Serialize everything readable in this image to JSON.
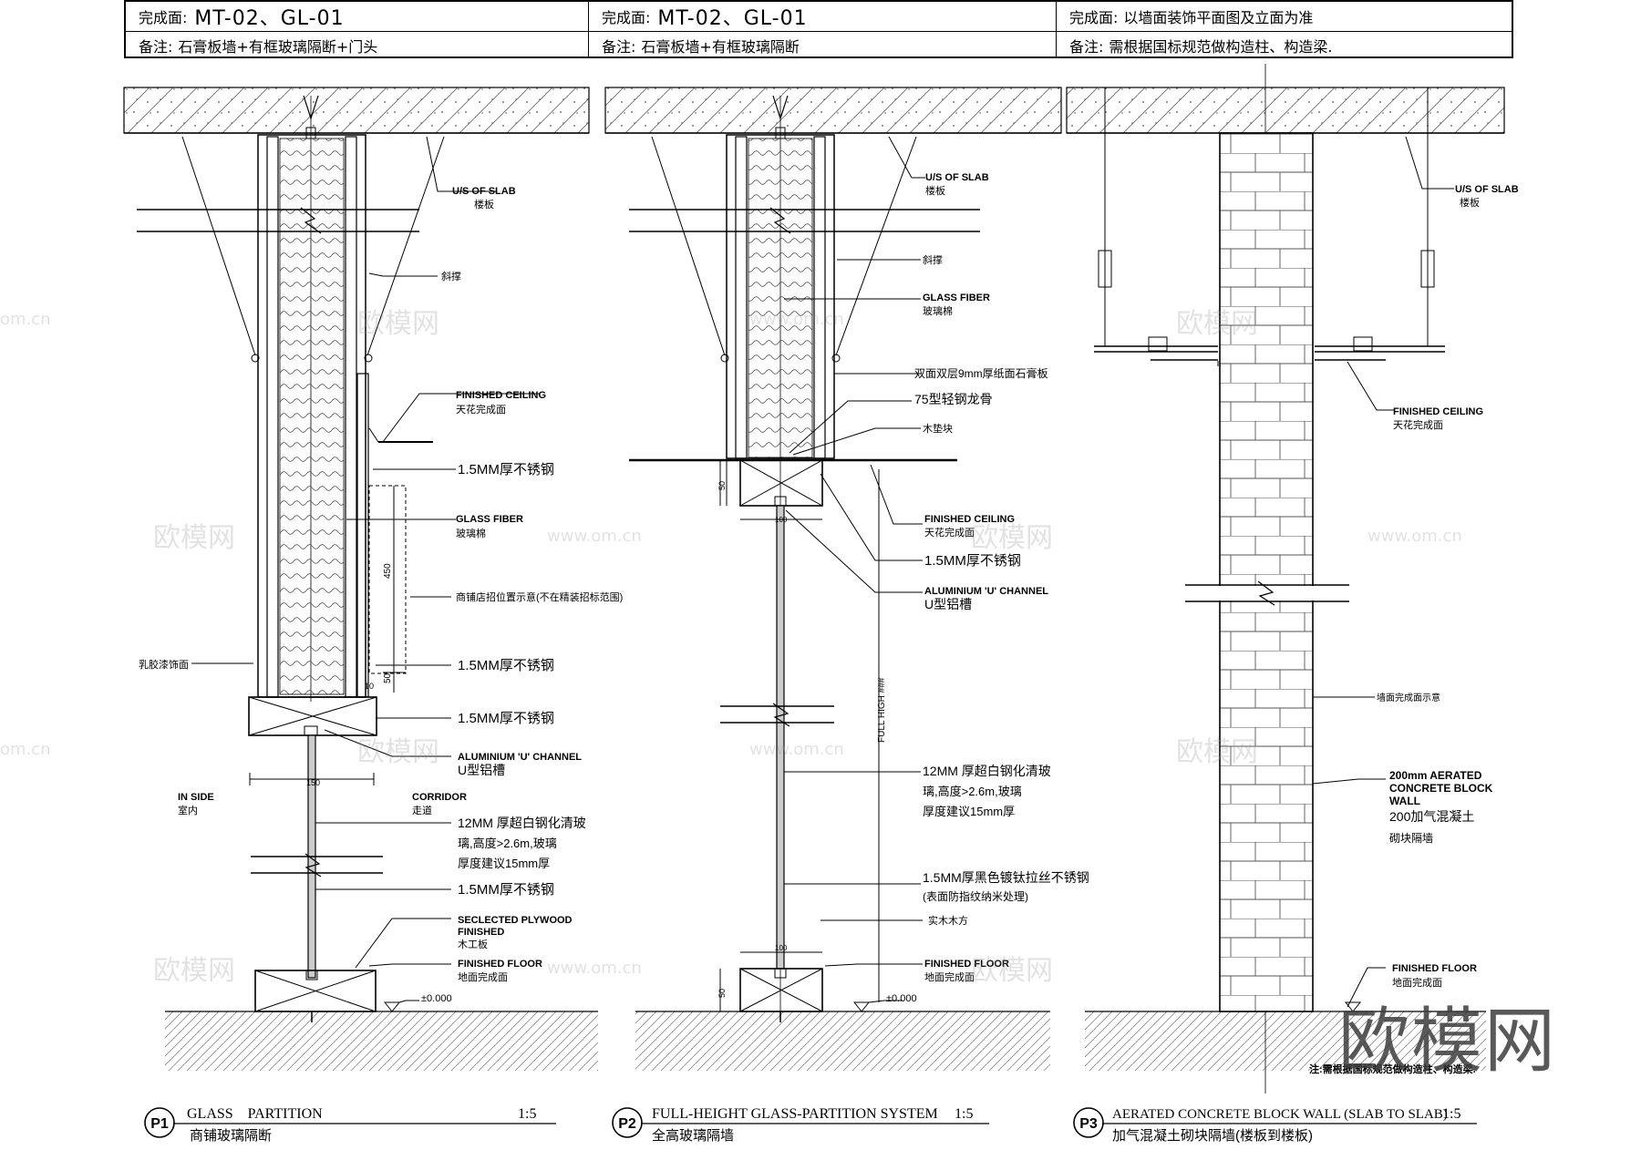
{
  "header": {
    "row1": [
      {
        "label": "完成面:",
        "value": "MT-02、GL-01"
      },
      {
        "label": "完成面:",
        "value": "MT-02、GL-01"
      },
      {
        "label": "完成面:",
        "value": "以墙面装饰平面图及立面为准"
      }
    ],
    "row2": [
      {
        "label": "备注:",
        "value": "石膏板墙+有框玻璃隔断+门头"
      },
      {
        "label": "备注:",
        "value": "石膏板墙+有框玻璃隔断"
      },
      {
        "label": "备注:",
        "value": "需根据国标规范做构造柱、构造梁."
      }
    ]
  },
  "watermark": {
    "brand": "欧模网",
    "url": "www.om.cn",
    "url_short": "om.cn"
  },
  "p1": {
    "tag": "P1",
    "title_en": "GLASS    PARTITION",
    "scale": "1:5",
    "title_cn": "商铺玻璃隔断",
    "labels": {
      "slab_en": "U/S OF SLAB",
      "slab_cn": "楼板",
      "brace": "斜撑",
      "ceiling_en": "FINISHED CEILING",
      "ceiling_cn": "天花完成面",
      "ss1": "1.5MM厚不锈钢",
      "gf_en": "GLASS FIBER",
      "gf_cn": "玻璃棉",
      "sign": "商铺店招位置示意(不在精装招标范围)",
      "paint": "乳胶漆饰面",
      "ss2": "1.5MM厚不锈钢",
      "ss3": "1.5MM厚不锈钢",
      "alu_en": "ALUMINIUM 'U' CHANNEL",
      "alu_cn": "U型铝槽",
      "inside_en": "IN SIDE",
      "inside_cn": "室内",
      "corr_en": "CORRIDOR",
      "corr_cn": "走道",
      "glass1": "12MM 厚超白钢化清玻",
      "glass2": "璃,高度>2.6m,玻璃",
      "glass3": "厚度建议15mm厚",
      "ss4": "1.5MM厚不锈钢",
      "ply_en1": "SECLECTED PLYWOOD",
      "ply_en2": "FINISHED",
      "ply_cn": "木工板",
      "floor_en": "FINISHED FLOOR",
      "floor_cn": "地面完成面",
      "level": "±0.000",
      "dim450": "450",
      "dim50": "50",
      "dim10": "10",
      "dim150": "150"
    }
  },
  "p2": {
    "tag": "P2",
    "title_en": "FULL-HEIGHT GLASS-PARTITION SYSTEM",
    "scale": "1:5",
    "title_cn": "全高玻璃隔墙",
    "labels": {
      "slab_en": "U/S OF SLAB",
      "slab_cn": "楼板",
      "brace": "斜撑",
      "gf_en": "GLASS FIBER",
      "gf_cn": "玻璃棉",
      "board": "双面双层9mm厚纸面石膏板",
      "keel": "75型轻钢龙骨",
      "wood": "木垫块",
      "ceiling_en": "FINISHED CEILING",
      "ceiling_cn": "天花完成面",
      "ss": "1.5MM厚不锈钢",
      "alu_en": "ALUMINIUM 'U' CHANNEL",
      "alu_cn": "U型铝槽",
      "glass1": "12MM 厚超白钢化清玻",
      "glass2": "璃,高度>2.6m,玻璃",
      "glass3": "厚度建议15mm厚",
      "ss_black1": "1.5MM厚黑色镀钛拉丝不锈钢",
      "ss_black2": "(表面防指纹纳米处理)",
      "solid": "实木木方",
      "floor_en": "FINISHED FLOOR",
      "floor_cn": "地面完成面",
      "level": "±0.000",
      "full_high": "FULL HIGH ###",
      "dim50a": "50",
      "dim50b": "50",
      "dim100a": "100",
      "dim100b": "100"
    }
  },
  "p3": {
    "tag": "P3",
    "title_en": "AERATED CONCRETE BLOCK WALL (SLAB TO SLAB)",
    "scale": "1:5",
    "title_cn": "加气混凝土砌块隔墙(楼板到楼板)",
    "labels": {
      "slab_en": "U/S OF SLAB",
      "slab_cn": "楼板",
      "ceiling_en": "FINISHED CEILING",
      "ceiling_cn": "天花完成面",
      "wall_finish": "墙面完成面示意",
      "blk_en1": "200mm AERATED",
      "blk_en2": "CONCRETE BLOCK",
      "blk_en3": "WALL",
      "blk_cn1": "200加气混凝土",
      "blk_cn2": "砌块隔墙",
      "floor_en": "FINISHED FLOOR",
      "floor_cn": "地面完成面",
      "note": "注:需根据国标规范做构造柱、构造梁."
    }
  }
}
